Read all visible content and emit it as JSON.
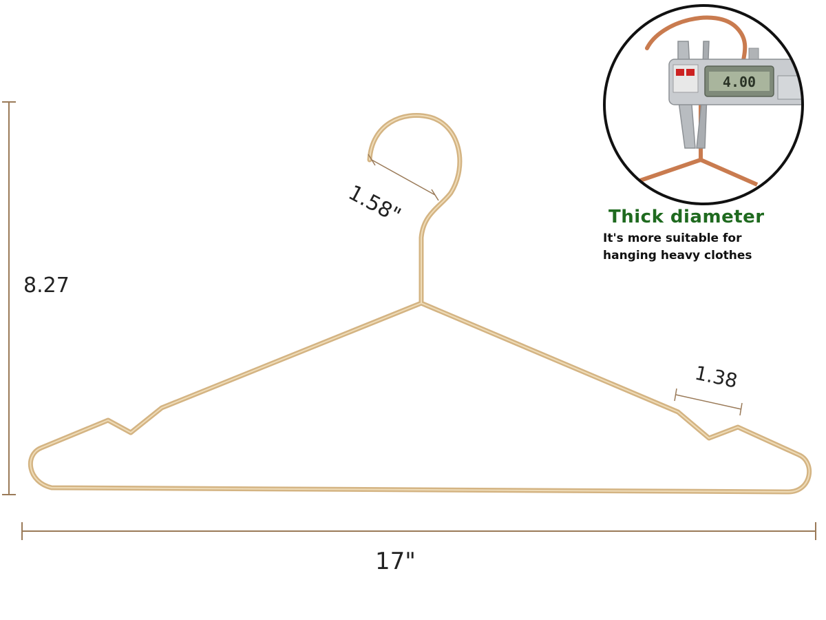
{
  "dimensions": {
    "height_label": "8.27",
    "width_label": "17\"",
    "hook_label": "1.58\"",
    "notch_label": "1.38"
  },
  "callout": {
    "title": "Thick diameter",
    "line1": "It's more suitable for",
    "line2": "hanging heavy clothes"
  },
  "caliper": {
    "display": "4.00"
  },
  "colors": {
    "hanger_gold": "#d4b483",
    "hanger_highlight": "#efdcb8",
    "dimension_line": "#9a7a58",
    "callout_green": "#1f6a1f",
    "copper_wire": "#c97b4f"
  }
}
